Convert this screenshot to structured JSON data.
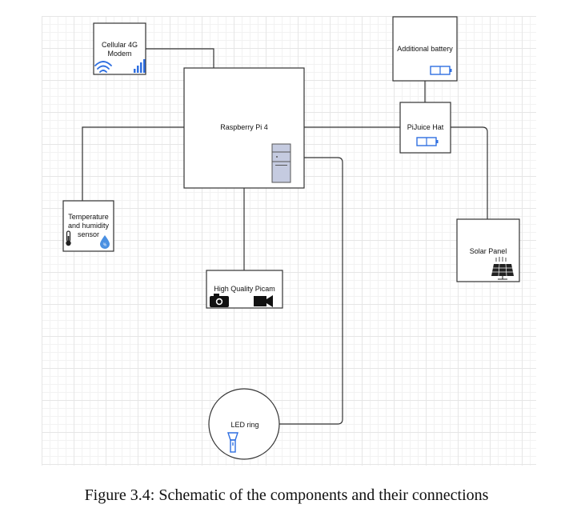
{
  "diagram": {
    "nodes": {
      "modem": {
        "label_line1": "Cellular 4G",
        "label_line2": "Modem"
      },
      "raspberry": {
        "label": "Raspberry Pi 4"
      },
      "battery": {
        "label": "Additional battery"
      },
      "pijuice": {
        "label": "PiJuice Hat"
      },
      "sensor": {
        "label_line1": "Temperature",
        "label_line2": "and humidity",
        "label_line3": "sensor"
      },
      "solar": {
        "label": "Solar Panel"
      },
      "picam": {
        "label": "High Quality Picam"
      },
      "led": {
        "label": "LED ring"
      }
    },
    "colors": {
      "accent_blue": "#2f6fe0",
      "line": "#333333",
      "server_fill": "#c5cbe0"
    }
  },
  "caption": "Figure 3.4: Schematic of the components and their connections"
}
